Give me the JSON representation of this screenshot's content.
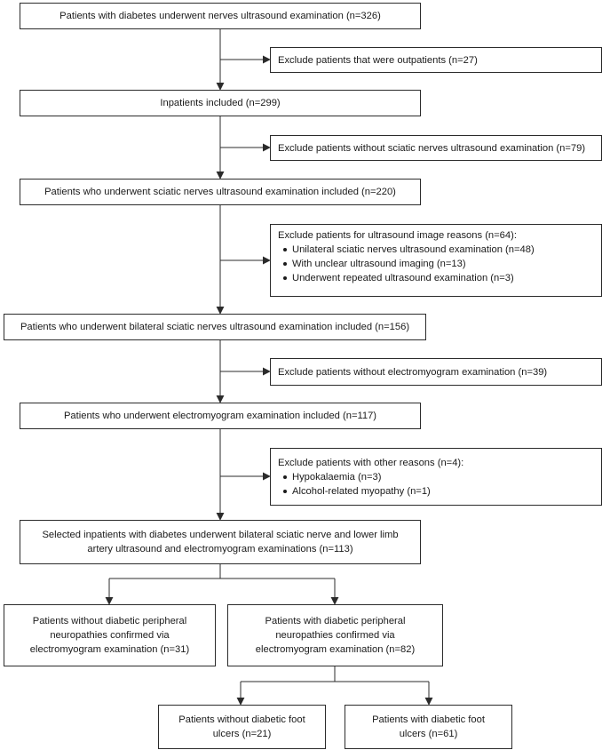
{
  "boxes": {
    "b1": "Patients with diabetes underwent nerves ultrasound examination (n=326)",
    "e1": "Exclude patients that were outpatients (n=27)",
    "b2": "Inpatients included (n=299)",
    "e2": "Exclude patients without sciatic nerves ultrasound examination (n=79)",
    "b3": "Patients who underwent sciatic nerves ultrasound examination included (n=220)",
    "e3": {
      "title": "Exclude patients for ultrasound image reasons (n=64):",
      "items": [
        "Unilateral sciatic nerves ultrasound examination (n=48)",
        "With unclear ultrasound imaging (n=13)",
        "Underwent repeated ultrasound examination (n=3)"
      ]
    },
    "b4": "Patients who underwent bilateral sciatic nerves ultrasound examination included (n=156)",
    "e4": "Exclude patients without electromyogram examination (n=39)",
    "b5": "Patients who underwent electromyogram examination included (n=117)",
    "e5": {
      "title": "Exclude patients with other reasons (n=4):",
      "items": [
        "Hypokalaemia (n=3)",
        "Alcohol-related myopathy (n=1)"
      ]
    },
    "b6": [
      "Selected inpatients with diabetes underwent bilateral sciatic nerve and lower limb",
      "artery ultrasound and electromyogram examinations (n=113)"
    ],
    "b7": [
      "Patients without diabetic peripheral",
      "neuropathies confirmed via",
      "electromyogram examination (n=31)"
    ],
    "b8": [
      "Patients with diabetic peripheral",
      "neuropathies confirmed via",
      "electromyogram examination (n=82)"
    ],
    "b9": [
      "Patients without diabetic foot",
      "ulcers (n=21)"
    ],
    "b10": [
      "Patients with diabetic foot",
      "ulcers (n=61)"
    ]
  }
}
